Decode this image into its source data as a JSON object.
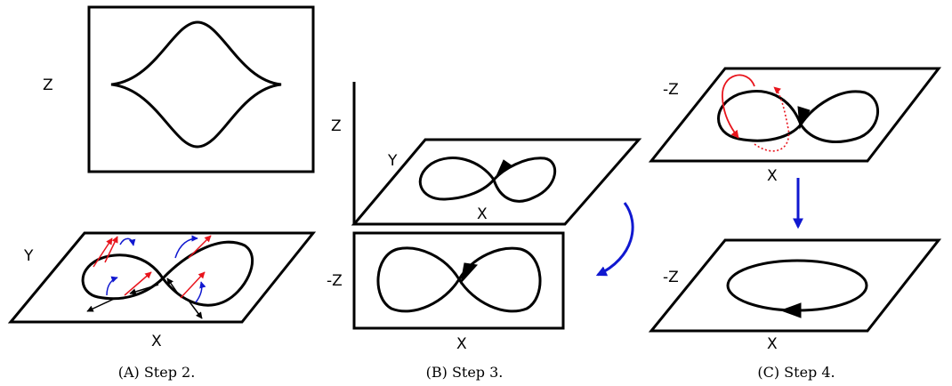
{
  "panel_a": {
    "top_axis_label": "Z",
    "plane_y_label": "Y",
    "plane_x_label": "X",
    "caption": "(A) Step 2."
  },
  "panel_b": {
    "vertical_axis_label": "Z",
    "plane_y_label": "Y",
    "plane_x_label": "X",
    "bottom_side_label": "-Z",
    "bottom_x_label": "X",
    "caption": "(B) Step 3."
  },
  "panel_c": {
    "top_side_label": "-Z",
    "top_x_label": "X",
    "bottom_side_label": "-Z",
    "bottom_x_label": "X",
    "caption": "(C) Step 4."
  },
  "colors": {
    "stroke": "#000000",
    "red_arrow": "#e8141c",
    "blue_arrow": "#1018d0"
  }
}
